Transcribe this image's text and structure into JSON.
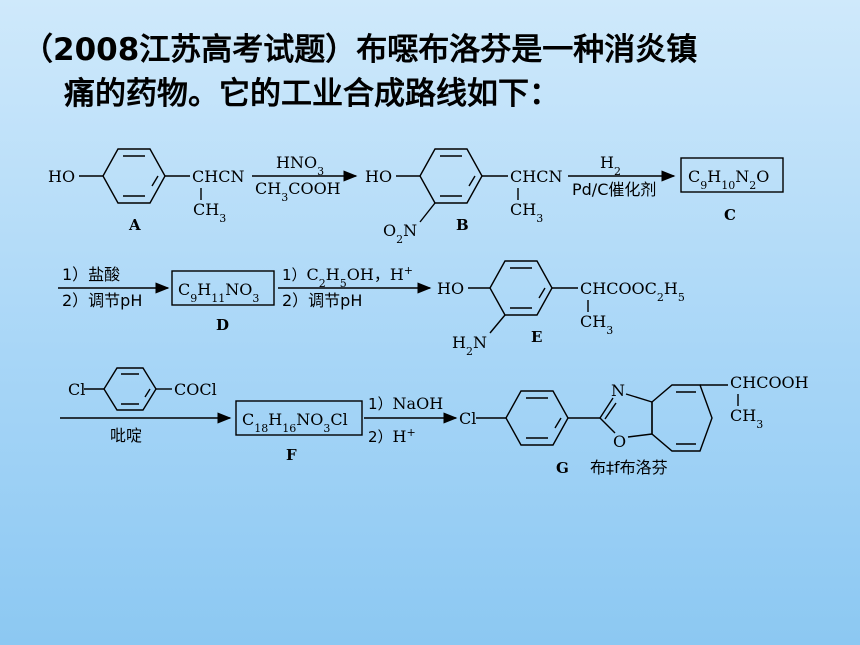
{
  "title": {
    "line1": "（2008江苏高考试题）布噁布洛芬是一种消炎镇",
    "line2": "痛的药物。它的工业合成路线如下："
  },
  "compounds": {
    "A": {
      "label": "A",
      "ho": "HO",
      "chcn": "CHCN",
      "ch3": "CH3"
    },
    "B": {
      "label": "B",
      "ho": "HO",
      "chcn": "CHCN",
      "ch3": "CH3",
      "no2": "O2N"
    },
    "C": {
      "label": "C",
      "formula": "C9H10N2O"
    },
    "D": {
      "label": "D",
      "formula": "C9H11NO3"
    },
    "E": {
      "label": "E",
      "ho": "HO",
      "side": "CHCOOC2H5",
      "ch3": "CH3",
      "nh2": "H2N"
    },
    "F": {
      "label": "F",
      "formula": "C18H16NO3Cl"
    },
    "G": {
      "label": "G",
      "name": "布‡f布洛芬",
      "cl": "Cl",
      "n": "N",
      "o": "O",
      "side": "CHCOOH",
      "ch3": "CH3"
    },
    "reagent_aroyl": {
      "cl": "Cl",
      "cocl": "COCl"
    }
  },
  "conditions": {
    "step1": {
      "top": "HNO3",
      "bottom": "CH3COOH"
    },
    "step2": {
      "top": "H2",
      "bottom": "Pd/C催化剂"
    },
    "step3": {
      "top": "1）盐酸",
      "bottom": "2）调节pH"
    },
    "step4": {
      "top": "1）C2H5OH，H+",
      "bottom": "2）调节pH"
    },
    "step5": {
      "bottom": "吡啶"
    },
    "step6": {
      "top": "1）NaOH",
      "bottom": "2）H+"
    }
  }
}
